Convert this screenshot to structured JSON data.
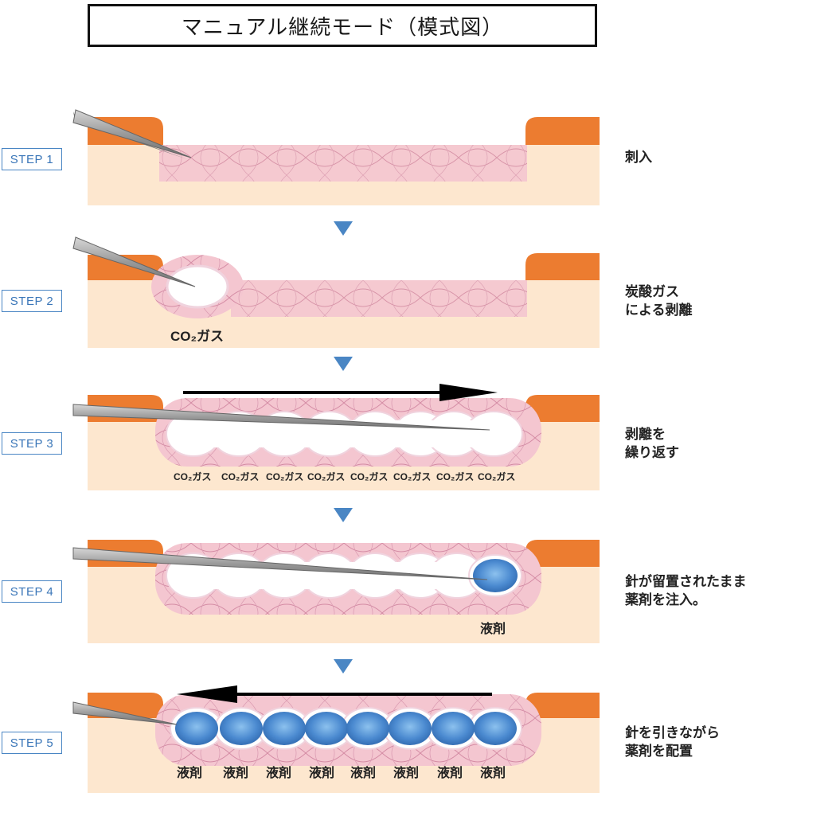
{
  "title": "マニュアル継続モード（模式図）",
  "colors": {
    "skin": "#fde7cf",
    "orange": "#ec7c30",
    "tissue": "#f2c4cf",
    "tissue_line": "#d993ab",
    "step_blue": "#4a86c4",
    "arrow_blue": "#4a86c4",
    "drug_blue": "#3f7fc6",
    "needle": "#a9a9a9"
  },
  "steps": [
    {
      "label": "STEP 1",
      "desc": [
        "刺入"
      ]
    },
    {
      "label": "STEP 2",
      "desc": [
        "炭酸ガス",
        "による剥離"
      ],
      "gas_label": "CO₂ガス"
    },
    {
      "label": "STEP 3",
      "desc": [
        "剥離を",
        "繰り返す"
      ],
      "gas_labels": [
        "CO₂ガス",
        "CO₂ガス",
        "CO₂ガス",
        "CO₂ガス",
        "CO₂ガス",
        "CO₂ガス",
        "CO₂ガス",
        "CO₂ガス"
      ]
    },
    {
      "label": "STEP 4",
      "desc": [
        "針が留置されたまま",
        "薬剤を注入。"
      ],
      "drug_label": "液剤"
    },
    {
      "label": "STEP 5",
      "desc": [
        "針を引きながら",
        "薬剤を配置"
      ],
      "drug_labels": [
        "液剤",
        "液剤",
        "液剤",
        "液剤",
        "液剤",
        "液剤",
        "液剤",
        "液剤"
      ]
    }
  ]
}
